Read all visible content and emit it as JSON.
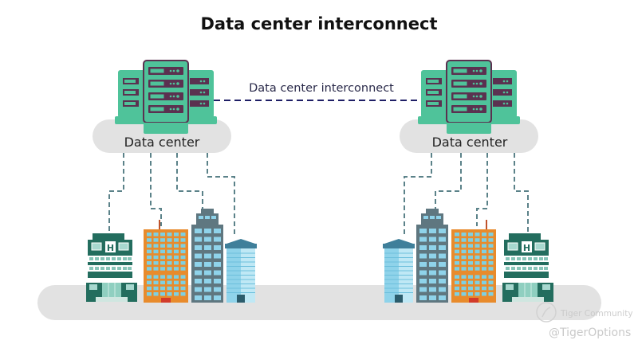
{
  "title": "Data center interconnect",
  "interconnect_label": "Data center interconnect",
  "data_centers": [
    {
      "label": "Data center",
      "side": "left"
    },
    {
      "label": "Data center",
      "side": "right"
    }
  ],
  "buildings": {
    "left": [
      "hospital",
      "orange-office",
      "gray-skyscraper",
      "blue-tower"
    ],
    "right": [
      "blue-tower",
      "gray-skyscraper",
      "orange-office",
      "hospital"
    ]
  },
  "hospital_sign": "H",
  "watermark": {
    "community": "Tiger Community",
    "handle": "@TigerOptions"
  },
  "colors": {
    "server_green": "#4fc39a",
    "server_dark": "#5b3150",
    "cloud_gray": "#e2e2e2",
    "link_navy": "#1f1f66",
    "dash_teal": "#5b8289",
    "hospital_green": "#236d5e",
    "orange": "#e88b2c",
    "tower_gray": "#5f7780",
    "tower_blue": "#8fd3ea"
  }
}
